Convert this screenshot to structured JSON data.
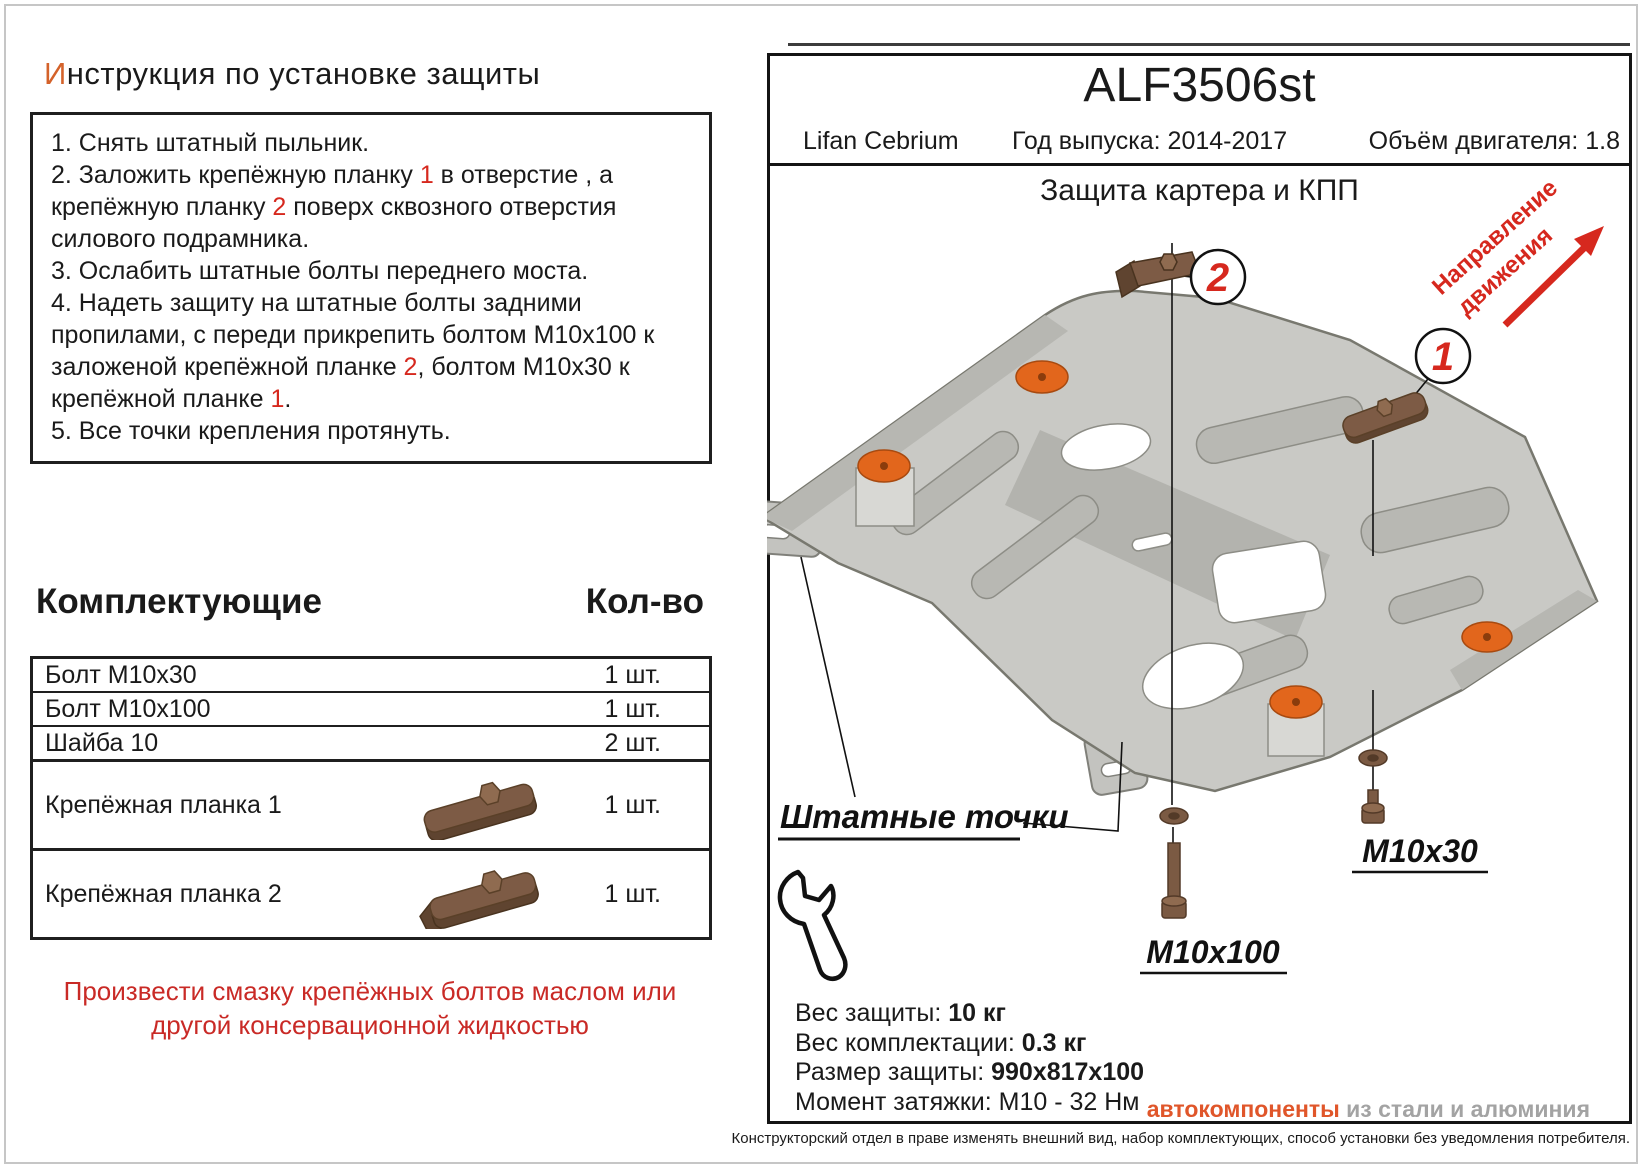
{
  "title": {
    "first_letter": "И",
    "rest": "нструкция по установке защиты"
  },
  "instructions": {
    "item1": "1.  Снять штатный пыльник.",
    "item2_a": "2.  Заложить крепёжную планку ",
    "item2_n1": "1",
    "item2_b": " в отверстие , а крепёжную планку ",
    "item2_n2": "2",
    "item2_c": " поверх сквозного отверстия силового подрамника.",
    "item3": "3.  Ослабить штатные болты переднего моста.",
    "item4_a": "4.  Надеть защиту на  штатные болты задними пропилами, с переди прикрепить  болтом М10х100 к заложеной крепёжной планке ",
    "item4_n1": "2",
    "item4_b": ", болтом М10х30 к крепёжной планке ",
    "item4_n2": "1",
    "item4_c": ".",
    "item5": "5. Все точки крепления протянуть."
  },
  "parts": {
    "header_name": "Комплектующие",
    "header_qty": "Кол-во",
    "rows": [
      {
        "name": "Болт М10х30",
        "qty": "1 шт."
      },
      {
        "name": "Болт М10х100",
        "qty": "1 шт."
      },
      {
        "name": "Шайба 10",
        "qty": "2 шт."
      },
      {
        "name": "Крепёжная планка 1",
        "qty": "1 шт.",
        "image": "bracket-1"
      },
      {
        "name": "Крепёжная планка 2",
        "qty": "1 шт.",
        "image": "bracket-2"
      }
    ]
  },
  "warning": "Произвести смазку крепёжных болтов маслом или другой консервационной жидкостью",
  "panel": {
    "model": "ALF3506st",
    "car": "Lifan Cebrium",
    "year": "Год выпуска: 2014-2017",
    "engine": "Объём двигателя: 1.8",
    "drawing_title": "Защита картера и КПП",
    "direction_line1": "Направление",
    "direction_line2": "движения",
    "callout_1": "1",
    "callout_2": "2",
    "factory_points": "Штатные точки",
    "bolt_label_m10x30": "M10x30",
    "bolt_label_m10x100": "M10x100",
    "specs": [
      {
        "label": "Вес защиты: ",
        "value": "10 кг"
      },
      {
        "label": "Вес комплектации: ",
        "value": "0.3 кг"
      },
      {
        "label": "Размер защиты: ",
        "value": "990х817х100"
      },
      {
        "label": "Момент затяжки:  ",
        "value": "М10 - 32 Нм"
      }
    ],
    "logo_orange": "автокомпоненты",
    "logo_gray": "из стали и алюминия",
    "disclaimer": "Конструкторский отдел в праве изменять внешний вид, набор комплектующих, способ установки без уведомления потребителя."
  },
  "colors": {
    "accent_red": "#d6281e",
    "title_letter_orange": "#d4622a",
    "logo_orange": "#e0562a",
    "logo_gray": "#a3a3a3",
    "bushing_orange": "#e2661c",
    "bracket_brown": "#7d5b45",
    "plate_gray": "#c9c9c5"
  }
}
